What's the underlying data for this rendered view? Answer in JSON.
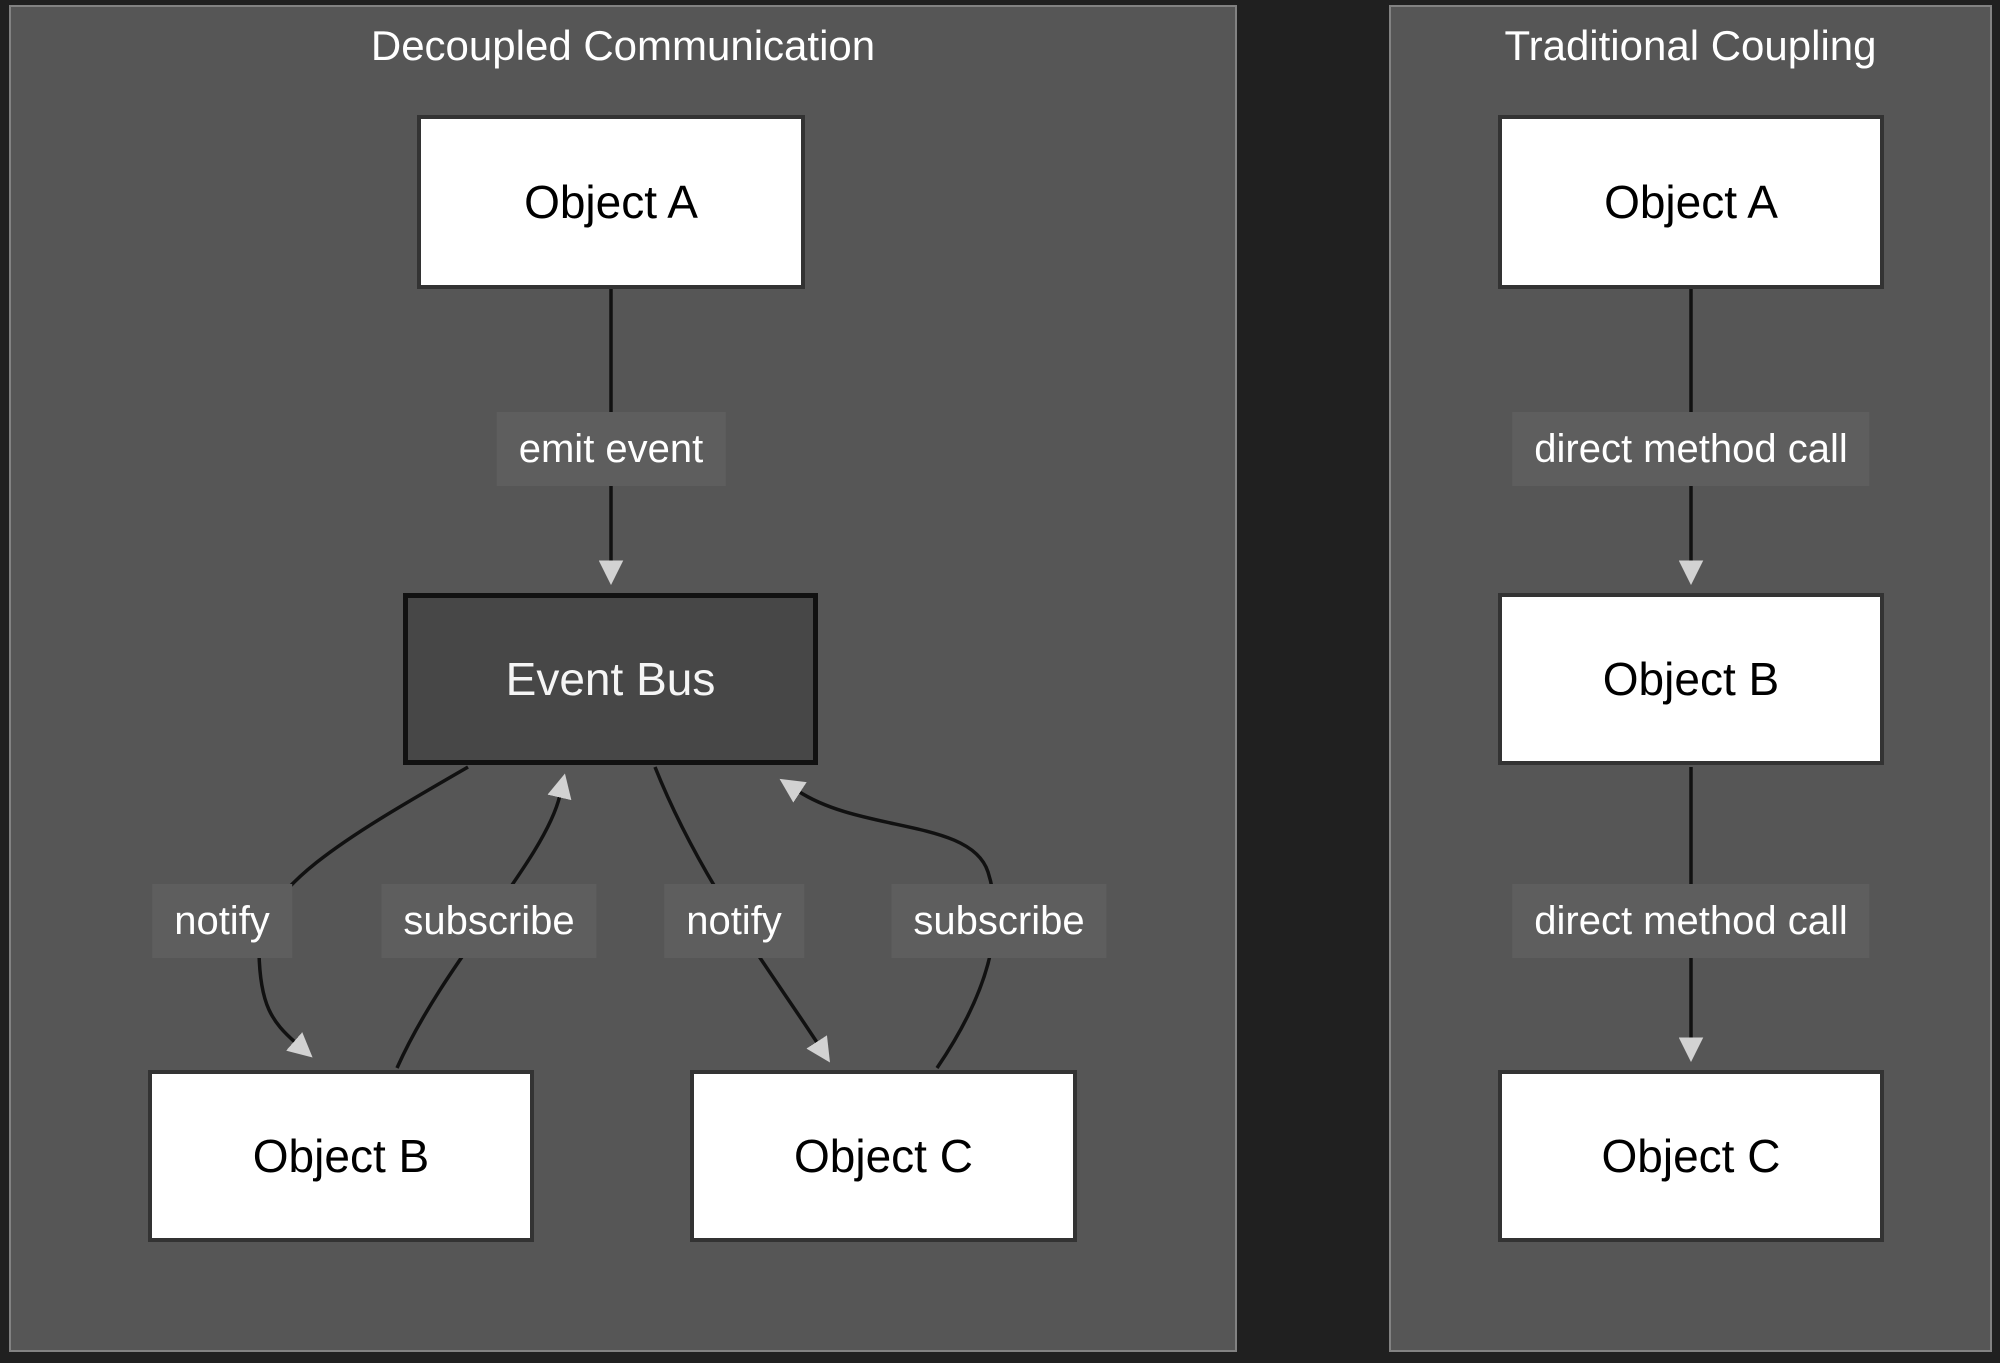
{
  "diagram": {
    "kind": "flowchart-comparison",
    "colors": {
      "background": "#202020",
      "panel_fill": "#565656",
      "panel_border": "#828282",
      "node_fill": "#ffffff",
      "node_border": "#333333",
      "node_text": "#000000",
      "emphasis_node_fill": "#474747",
      "emphasis_node_border": "#111111",
      "emphasis_node_text": "#f5f5f5",
      "edge_line": "#111111",
      "arrowhead": "#d2d2d2",
      "edge_label_bg": "#5e5e5e",
      "edge_label_text": "#ffffff",
      "title_text": "#ffffff"
    }
  },
  "panels": [
    {
      "title": "Decoupled Communication",
      "nodes": [
        {
          "id": "objA",
          "label": "Object A",
          "type": "default"
        },
        {
          "id": "eventBus",
          "label": "Event Bus",
          "type": "emphasis"
        },
        {
          "id": "objB",
          "label": "Object B",
          "type": "default"
        },
        {
          "id": "objC",
          "label": "Object C",
          "type": "default"
        }
      ],
      "edges": [
        {
          "from": "objA",
          "to": "eventBus",
          "label": "emit event"
        },
        {
          "from": "eventBus",
          "to": "objB",
          "label": "notify"
        },
        {
          "from": "objB",
          "to": "eventBus",
          "label": "subscribe"
        },
        {
          "from": "eventBus",
          "to": "objC",
          "label": "notify"
        },
        {
          "from": "objC",
          "to": "eventBus",
          "label": "subscribe"
        }
      ]
    },
    {
      "title": "Traditional Coupling",
      "nodes": [
        {
          "id": "objA2",
          "label": "Object A",
          "type": "default"
        },
        {
          "id": "objB2",
          "label": "Object B",
          "type": "default"
        },
        {
          "id": "objC2",
          "label": "Object C",
          "type": "default"
        }
      ],
      "edges": [
        {
          "from": "objA2",
          "to": "objB2",
          "label": "direct method call"
        },
        {
          "from": "objB2",
          "to": "objC2",
          "label": "direct method call"
        }
      ]
    }
  ]
}
